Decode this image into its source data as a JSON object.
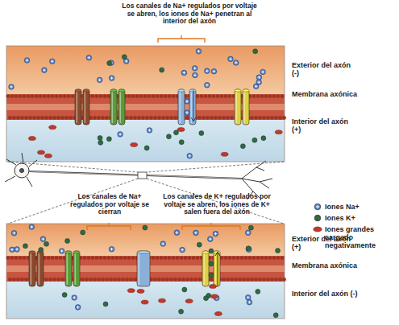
{
  "diagram": {
    "labels": [
      "Los canales de Na+ regulados por voltaje se abren, los iones de Na+ penetran al interior del axón",
      "Exterior del axón (-)",
      "Membrana axónica",
      "Interior del axón (+)",
      "Los canales de Na+ regulados por voltaje se cierran",
      "Los canales de K+ regulados por voltaje se abren, los iones de K+ salen fuera del axón",
      "Exterior del axón (+)",
      "Membrana axónica",
      "Interior del axón (-)"
    ],
    "legend": [
      {
        "text": "Iones Na+",
        "color": "#5b82c4"
      },
      {
        "text": "Iones K+",
        "color": "#2f6a45"
      },
      {
        "text": "Iones grandes cargado negativamente",
        "color": "#c0392b"
      }
    ]
  }
}
